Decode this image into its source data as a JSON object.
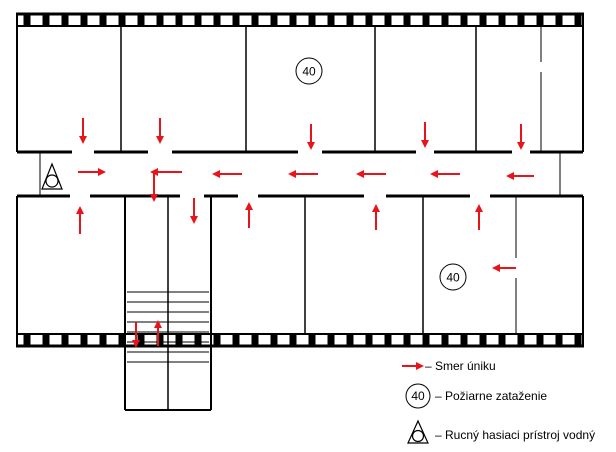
{
  "fire_load_value": "40",
  "arrow_color": "#e8141c",
  "line_color": "#000000",
  "legend": {
    "escape_route": "– Smer úniku",
    "fire_load": "– Požiarne zataženie",
    "fire_load_symbol": "40",
    "extinguisher": "– Rucný hasiaci prístroj vodný"
  },
  "icons": {
    "extinguisher": "triangle-circle-icon",
    "fire_load": "circled-number-icon",
    "escape": "red-arrow-icon"
  }
}
